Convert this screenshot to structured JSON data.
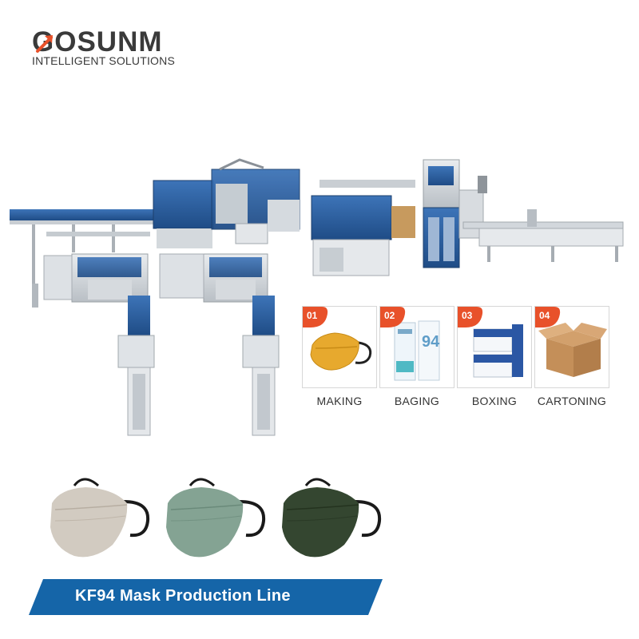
{
  "brand": {
    "name": "GOSUNM",
    "tagline": "INTELLIGENT SOLUTIONS",
    "accent_color": "#e8512a",
    "text_color": "#3a3a3a"
  },
  "steps": [
    {
      "num": "01",
      "label": "MAKING",
      "icon": "yellow-mask-icon"
    },
    {
      "num": "02",
      "label": "BAGING",
      "icon": "mask-bag-icon"
    },
    {
      "num": "03",
      "label": "BOXING",
      "icon": "mask-box-icon"
    },
    {
      "num": "04",
      "label": "CARTONING",
      "icon": "carton-icon"
    }
  ],
  "masks": [
    {
      "name": "beige-mask",
      "color": "#d2cbc1"
    },
    {
      "name": "sage-mask",
      "color": "#84a393"
    },
    {
      "name": "olive-mask",
      "color": "#344630"
    }
  ],
  "banner": {
    "title": "KF94 Mask Production Line",
    "color": "#1565a8"
  }
}
